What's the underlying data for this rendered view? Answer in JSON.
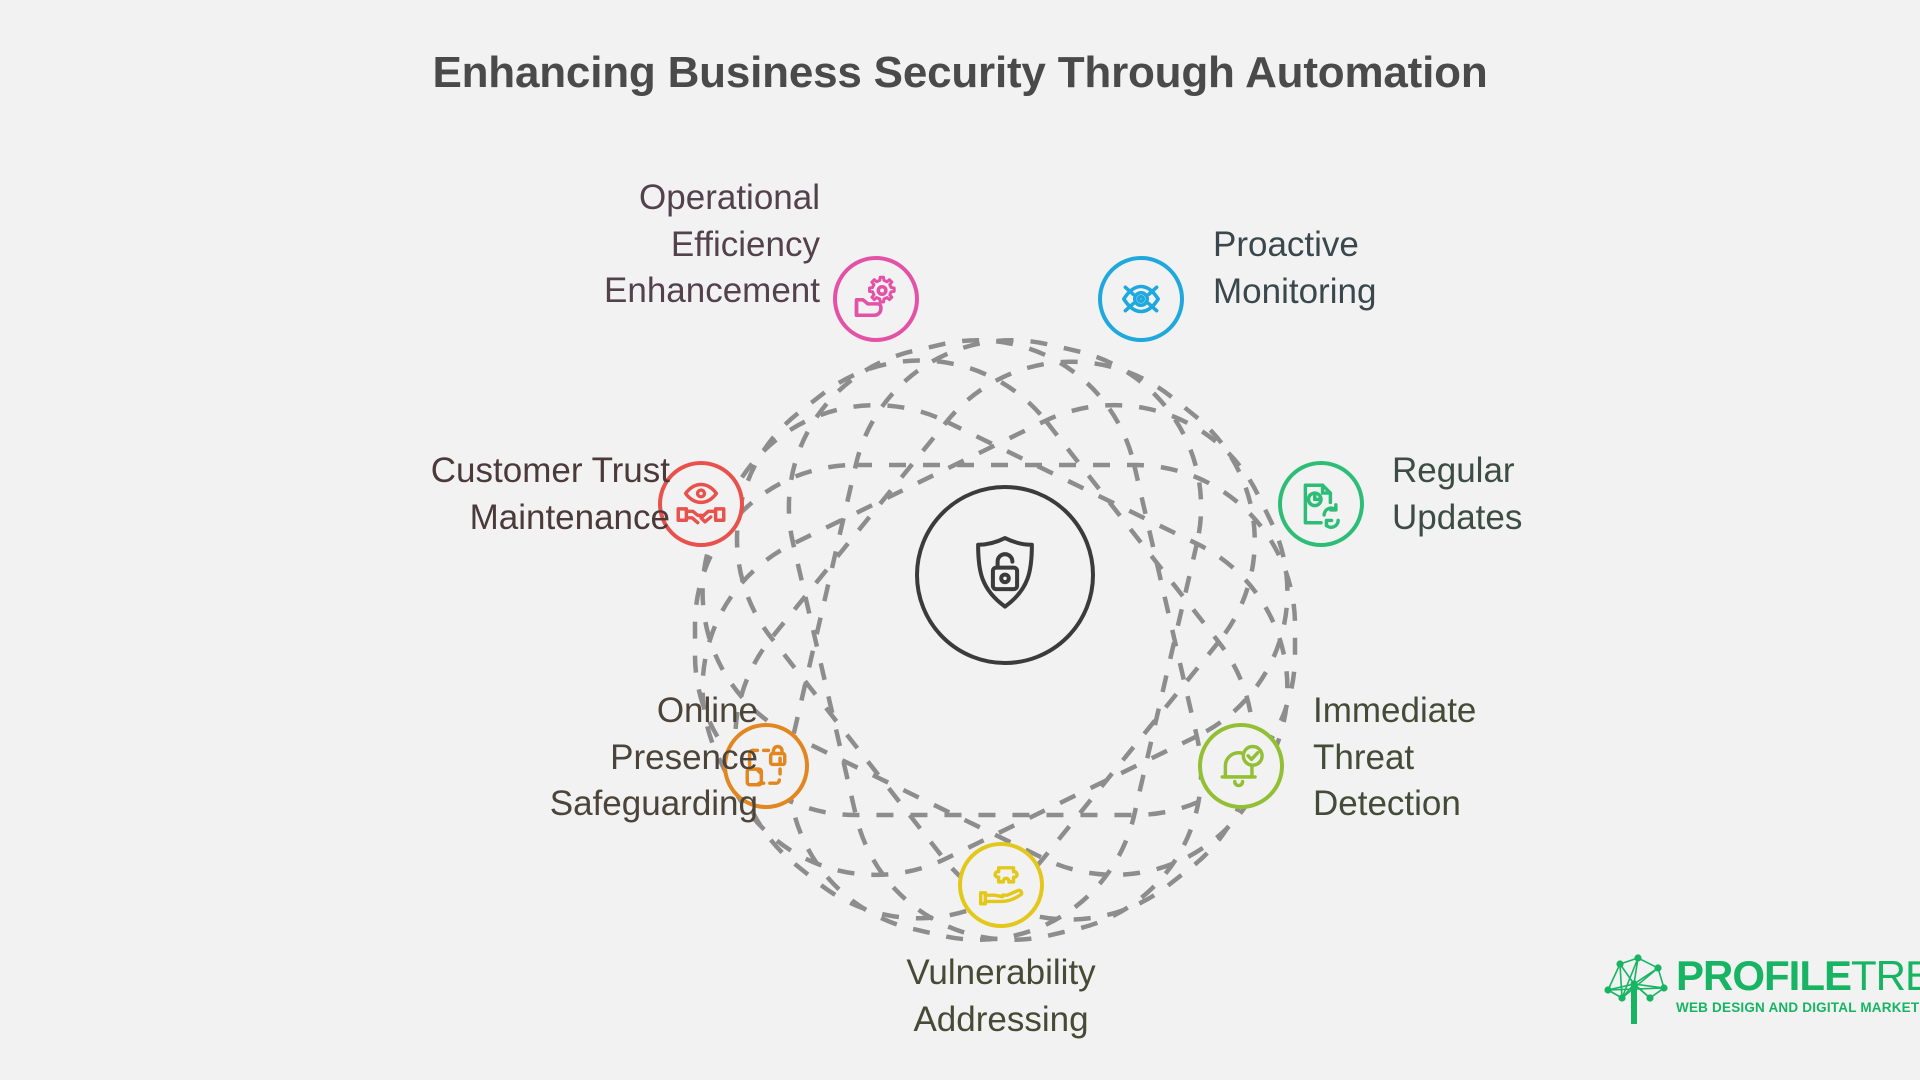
{
  "page": {
    "title": "Enhancing Business Security Through Automation",
    "background_color": "#f1f2f1",
    "title_color": "#4a4a4a"
  },
  "diagram": {
    "type": "atom-orbit-radial",
    "orbit_style": "dashed",
    "orbit_color": "#8d8d8d",
    "center": {
      "label": "",
      "icon": "shield-unlock-icon",
      "stroke_color": "#3b3b3b"
    },
    "nodes": [
      {
        "id": "operational-efficiency-enhancement",
        "label": "Operational\nEfficiency\nEnhancement",
        "icon": "gear-hand-icon",
        "color": "#e452a8",
        "text_color": "#53414c",
        "align": "right"
      },
      {
        "id": "proactive-monitoring",
        "label": "Proactive\nMonitoring",
        "icon": "eye-monitor-icon",
        "color": "#1fa8de",
        "text_color": "#3a474c",
        "align": "left"
      },
      {
        "id": "regular-updates",
        "label": "Regular\nUpdates",
        "icon": "document-refresh-icon",
        "color": "#2ebd77",
        "text_color": "#3d4c45",
        "align": "left"
      },
      {
        "id": "immediate-threat-detection",
        "label": "Immediate\nThreat\nDetection",
        "icon": "bell-check-icon",
        "color": "#92bf34",
        "text_color": "#444b38",
        "align": "left"
      },
      {
        "id": "vulnerability-addressing",
        "label": "Vulnerability\nAddressing",
        "icon": "hand-puzzle-icon",
        "color": "#e3c81b",
        "text_color": "#474a35",
        "align": "center"
      },
      {
        "id": "online-presence-safeguarding",
        "label": "Online\nPresence\nSafeguarding",
        "icon": "lock-dashed-box-icon",
        "color": "#e2861f",
        "text_color": "#4c4339",
        "align": "right"
      },
      {
        "id": "customer-trust-maintenance",
        "label": "Customer Trust\nMaintenance",
        "icon": "eye-handshake-icon",
        "color": "#e8514c",
        "text_color": "#4c3a3a",
        "align": "right"
      }
    ]
  },
  "logo": {
    "word_primary": "PROFILE",
    "word_secondary": "TREE",
    "tagline": "WEB DESIGN AND DIGITAL MARKETING",
    "color": "#17b563",
    "icon": "network-tree-icon"
  }
}
